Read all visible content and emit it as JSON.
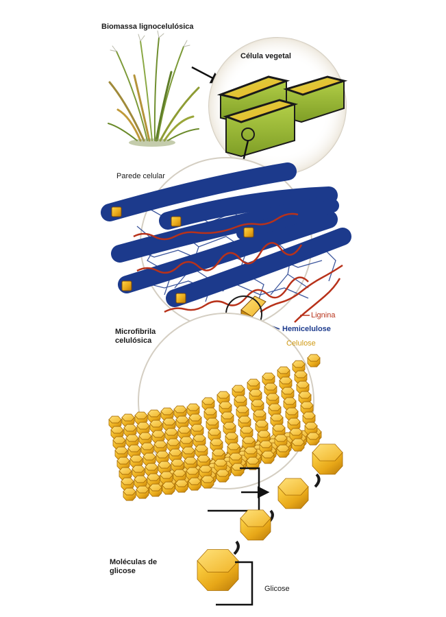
{
  "labels": {
    "biomass": "Biomassa lignocelulósica",
    "plant_cell": "Célula vegetal",
    "cell_wall": "Parede celular",
    "lignin": "Lignina",
    "hemicellulose": "Hemicelulose",
    "cellulose": "Celulose",
    "microfibril_line1": "Microfibrila",
    "microfibril_line2": "celulósica",
    "glucose_molecules_line1": "Moléculas de",
    "glucose_molecules_line2": "glicose",
    "glucose": "Glicose"
  },
  "colors": {
    "lignin": "#b8321a",
    "hemicellulose": "#1c3a8c",
    "cellulose": "#e8b020",
    "cell_green": "#a8c83a",
    "plant_green": "#6a8a2a"
  }
}
